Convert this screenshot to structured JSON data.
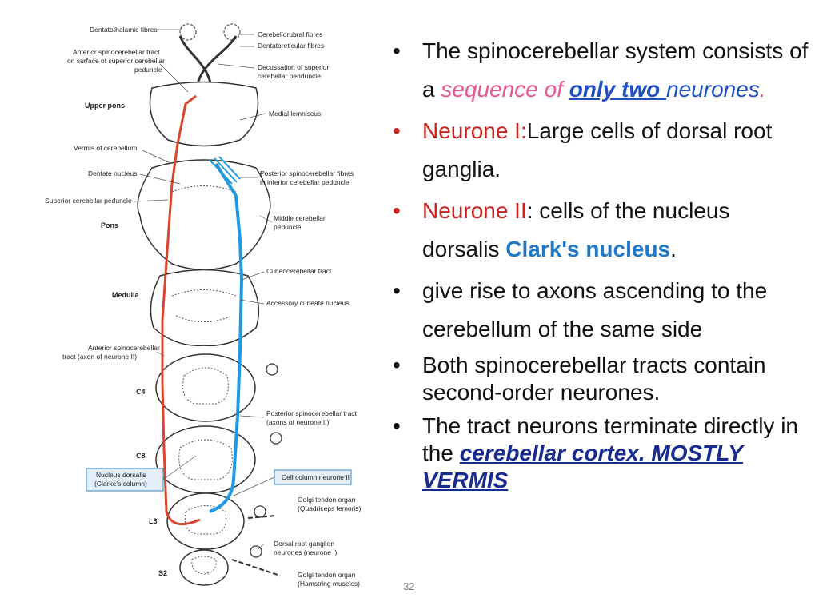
{
  "diagram": {
    "labels_left": {
      "dentatothalamic": "Dentatothalamic fibres",
      "anterior_surface_1": "Anterior spinocerebellar tract",
      "anterior_surface_2": "on surface of superior cerebellar",
      "anterior_surface_3": "peduncle",
      "upper_pons": "Upper pons",
      "vermis": "Vermis of cerebellum",
      "dentate": "Dentate nucleus",
      "superior_peduncle": "Superior cerebellar peduncle",
      "pons": "Pons",
      "medulla": "Medulla",
      "anterior_axon_1": "Anterior spinocerebellar",
      "anterior_axon_2": "tract (axon of neurone II)",
      "c4": "C4",
      "c8": "C8",
      "nucleus_dorsalis_1": "Nucleus dorsalis",
      "nucleus_dorsalis_2": "(Clarke's column)",
      "l3": "L3",
      "s2": "S2"
    },
    "labels_right": {
      "cerebellorubral": "Cerebellorubral fibres",
      "dentatoreticular": "Dentatoreticular fibres",
      "decussation_1": "Decussation of superior",
      "decussation_2": "cerebellar penduncle",
      "medial_lemniscus": "Medial lemniscus",
      "posterior_inf_1": "Posterior spinocerebellar fibres",
      "posterior_inf_2": "in inferior cerebellar peduncle",
      "middle_peduncle_1": "Middle cerebellar",
      "middle_peduncle_2": "peduncle",
      "cuneocerebellar": "Cuneocerebellar tract",
      "accessory_cuneate": "Accessory cuneate nucleus",
      "posterior_tract_1": "Posterior spinocerebellar tract",
      "posterior_tract_2": "(axons of neurone II)",
      "cell_column": "Cell column neurone II",
      "golgi_quad_1": "Golgi tendon organ",
      "golgi_quad_2": "(Quadriceps femoris)",
      "drg_1": "Dorsal root ganglion",
      "drg_2": "neurones (neurone I)",
      "golgi_ham_1": "Golgi tendon organ",
      "golgi_ham_2": "(Hamstring muscles)"
    },
    "colors": {
      "anterior_tract": "#d9452b",
      "posterior_tract": "#1e9be0",
      "outline": "#333333",
      "box_border": "#3a86c8",
      "box_fill": "#e3eef9"
    }
  },
  "bullets": {
    "b1": {
      "part1": "The spinocerebellar system consists of a ",
      "part2": "sequence of ",
      "part3": "only two ",
      "part4": "neurones",
      "part5": "."
    },
    "b2": {
      "part1": "Neurone I:",
      "part2": "Large cells of dorsal root ganglia."
    },
    "b3": {
      "part1": "Neurone II",
      "part2": ": cells of the nucleus dorsalis ",
      "part3": "Clark's nucleus",
      "part4": "."
    },
    "b4": {
      "text": "give rise to axons ascending to the cerebellum of the same side"
    },
    "b5": {
      "text": "Both spinocerebellar tracts contain second-order neurones."
    },
    "b6": {
      "part1": "The tract neurons terminate directly in the ",
      "part2": "cerebellar cortex. MOSTLY VERMIS"
    }
  },
  "slide_number": "32"
}
